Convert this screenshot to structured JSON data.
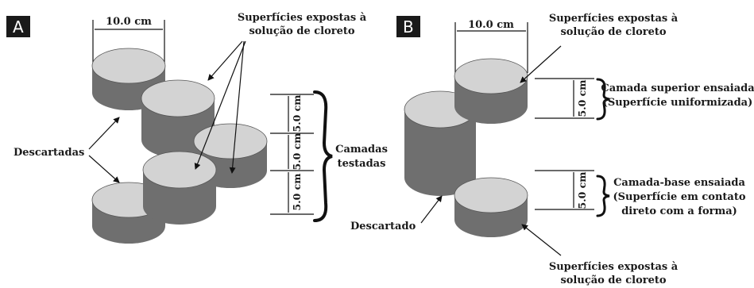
{
  "panel_a": {
    "badge": "A",
    "width_label": "10.0 cm",
    "exposed_label_line1": "Superfícies expostas à",
    "exposed_label_line2": "solução de cloreto",
    "discarded_label": "Descartadas",
    "layer_heights": [
      "5.0 cm",
      "5.0 cm",
      "5.0 cm"
    ],
    "tested_label_line1": "Camadas",
    "tested_label_line2": "testadas"
  },
  "panel_b": {
    "badge": "B",
    "width_label": "10.0 cm",
    "exposed_top_line1": "Superfícies expostas à",
    "exposed_top_line2": "solução de cloreto",
    "upper_height": "5.0 cm",
    "upper_label_line1": "Camada superior ensaiada",
    "upper_label_line2": "(Superfície uniformizada)",
    "base_height": "5.0 cm",
    "base_label_line1": "Camada-base ensaiada",
    "base_label_line2": "(Superfície em contato",
    "base_label_line3": "direto com a forma)",
    "discarded_label": "Descartado",
    "exposed_bottom_line1": "Superfícies expostas à",
    "exposed_bottom_line2": "solução de cloreto"
  }
}
